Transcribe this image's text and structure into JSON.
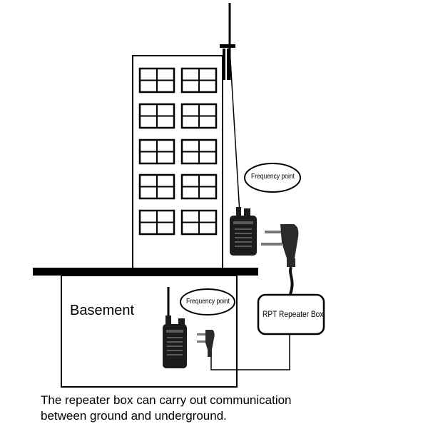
{
  "labels": {
    "freq_top": "Frequency point",
    "freq_bottom": "Frequency point",
    "repeater_box": "RPT Repeater Box",
    "basement": "Basement",
    "caption_line1": "The repeater box can carry out communication",
    "caption_line2": "between ground and underground."
  },
  "colors": {
    "ink": "#000000",
    "radio_body": "#1c1c1c",
    "radio_highlight": "#5a5a5a",
    "background": "#ffffff"
  },
  "icons": [
    "building-icon",
    "antenna-icon",
    "walkie-talkie-icon",
    "connector-plug-icon",
    "repeater-box-icon"
  ]
}
